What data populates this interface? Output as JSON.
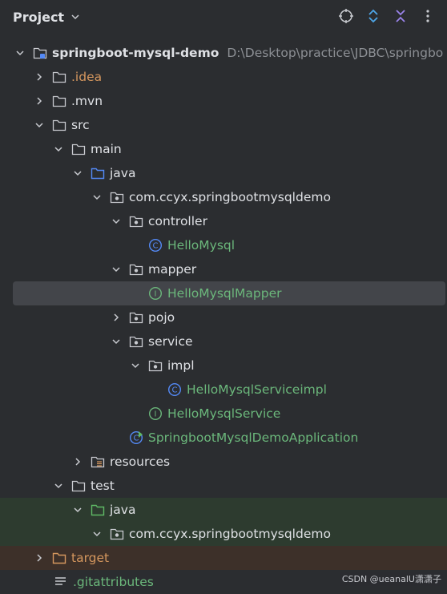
{
  "header": {
    "title": "Project",
    "tools": [
      "locate-icon",
      "expand-all-icon",
      "collapse-all-icon",
      "more-icon"
    ]
  },
  "tree": {
    "root": {
      "name": "springboot-mysql-demo",
      "path": "D:\\Desktop\\practice\\JDBC\\springbo"
    },
    "idea": ".idea",
    "mvn": ".mvn",
    "src": "src",
    "main": "main",
    "java_main": "java",
    "pkg_main": "com.ccyx.springbootmysqldemo",
    "controller": "controller",
    "hello_mysql": "HelloMysql",
    "mapper": "mapper",
    "hello_mysql_mapper": "HelloMysqlMapper",
    "pojo": "pojo",
    "service": "service",
    "impl": "impl",
    "service_impl": "HelloMysqlServiceimpl",
    "hello_mysql_service": "HelloMysqlService",
    "application": "SpringbootMysqlDemoApplication",
    "resources": "resources",
    "test": "test",
    "java_test": "java",
    "pkg_test": "com.ccyx.springbootmysqldemo",
    "target": "target",
    "gitattributes": ".gitattributes"
  },
  "watermark": "CSDN @ueanalU潇潇子",
  "colors": {
    "background": "#2b2d30",
    "text": "#dfe1e5",
    "excluded": "#d5975e",
    "vcs_added": "#6bb77b",
    "source_folder": "#548af7",
    "test_folder": "#5fb865",
    "selection": "#43454a"
  }
}
